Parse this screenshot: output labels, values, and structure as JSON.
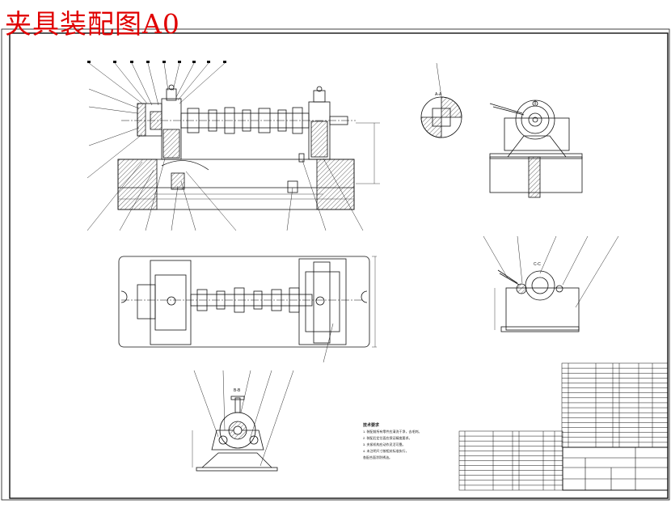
{
  "title": "夹具装配图A0",
  "colors": {
    "title": "#e00000",
    "line": "#111111",
    "hatch": "#555555"
  },
  "views": [
    {
      "name": "front-view"
    },
    {
      "name": "top-view"
    },
    {
      "name": "left-view"
    },
    {
      "name": "section-a-a",
      "label": "A-A"
    },
    {
      "name": "section-c-c",
      "label": "C-C"
    },
    {
      "name": "section-b-b",
      "label": "B-B"
    }
  ],
  "notes": {
    "heading": "技术要求",
    "lines": [
      "1. 装配前所有零件应清洗干净，去毛刺。",
      "2. 装配后定位面应保证精度要求。",
      "3. 夹紧机构应动作灵活可靠。",
      "4. 未注明尺寸按相关标准执行，",
      "各配合面涂防锈油。"
    ]
  }
}
